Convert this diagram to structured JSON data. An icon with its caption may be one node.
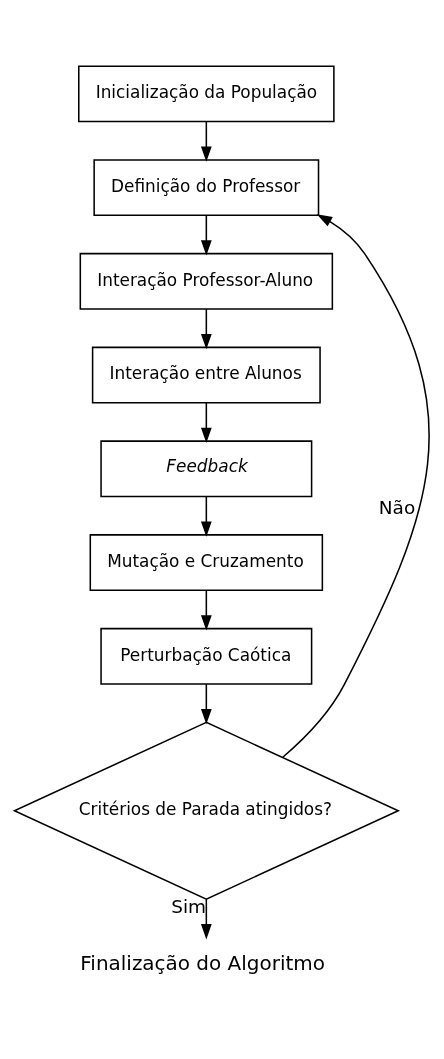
{
  "diagram": {
    "nodes": [
      {
        "text": [
          "Inicialização da População"
        ]
      },
      {
        "text": [
          "Definição do Professor"
        ]
      },
      {
        "text": [
          "Interação Professor-Aluno"
        ]
      },
      {
        "text": [
          "Interação entre Alunos"
        ]
      },
      {
        "text": [
          "Feedback"
        ]
      },
      {
        "text": [
          "Mutação e Cruzamento"
        ]
      },
      {
        "text": [
          "Perturbação Caótica"
        ]
      },
      {
        "text": [
          "Critérios de Parada atingidos?"
        ]
      },
      {
        "text": [
          "Finalização do Algoritmo"
        ]
      }
    ],
    "edges": [
      {
        "from": 0,
        "to": 1,
        "arrow": "to"
      },
      {
        "from": 1,
        "to": 2,
        "arrow": "to"
      },
      {
        "from": 2,
        "to": 3,
        "arrow": "to"
      },
      {
        "from": 3,
        "to": 4,
        "arrow": "to"
      },
      {
        "from": 4,
        "to": 5,
        "arrow": "to"
      },
      {
        "from": 5,
        "to": 6,
        "arrow": "to"
      },
      {
        "from": 6,
        "to": 7,
        "arrow": "to"
      },
      {
        "from": 7,
        "to": 1,
        "arrow": "to",
        "label": "Não"
      },
      {
        "from": 7,
        "to": 8,
        "arrow": "to",
        "label": "Sim"
      }
    ]
  }
}
